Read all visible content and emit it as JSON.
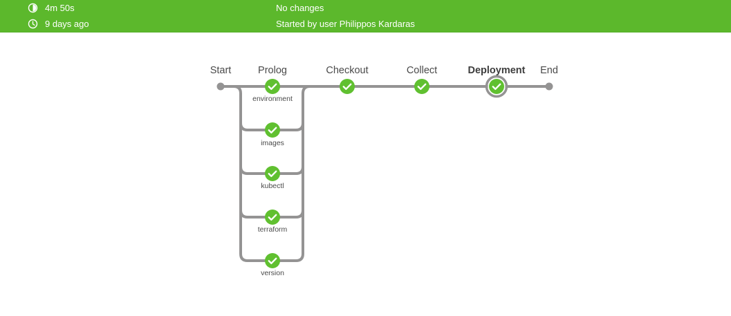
{
  "header": {
    "duration": "4m 50s",
    "started_ago": "9 days ago",
    "changes": "No changes",
    "started_by": "Started by user Philippos Kardaras",
    "background_color": "#5cb82c",
    "icons": {
      "duration": "timelapse-icon",
      "time": "clock-icon"
    }
  },
  "pipeline": {
    "start_label": "Start",
    "end_label": "End",
    "stages": [
      {
        "label": "Prolog",
        "status": "success",
        "selected": false
      },
      {
        "label": "Checkout",
        "status": "success",
        "selected": false
      },
      {
        "label": "Collect",
        "status": "success",
        "selected": false
      },
      {
        "label": "Deployment",
        "status": "success",
        "selected": true
      }
    ],
    "parallel_branches": [
      {
        "label": "environment",
        "status": "success"
      },
      {
        "label": "images",
        "status": "success"
      },
      {
        "label": "kubectl",
        "status": "success"
      },
      {
        "label": "terraform",
        "status": "success"
      },
      {
        "label": "version",
        "status": "success"
      }
    ],
    "colors": {
      "node_success": "#60c030",
      "line": "#949393",
      "terminal_dot": "#949393",
      "selected_ring": "#949393",
      "check": "#ffffff"
    }
  }
}
